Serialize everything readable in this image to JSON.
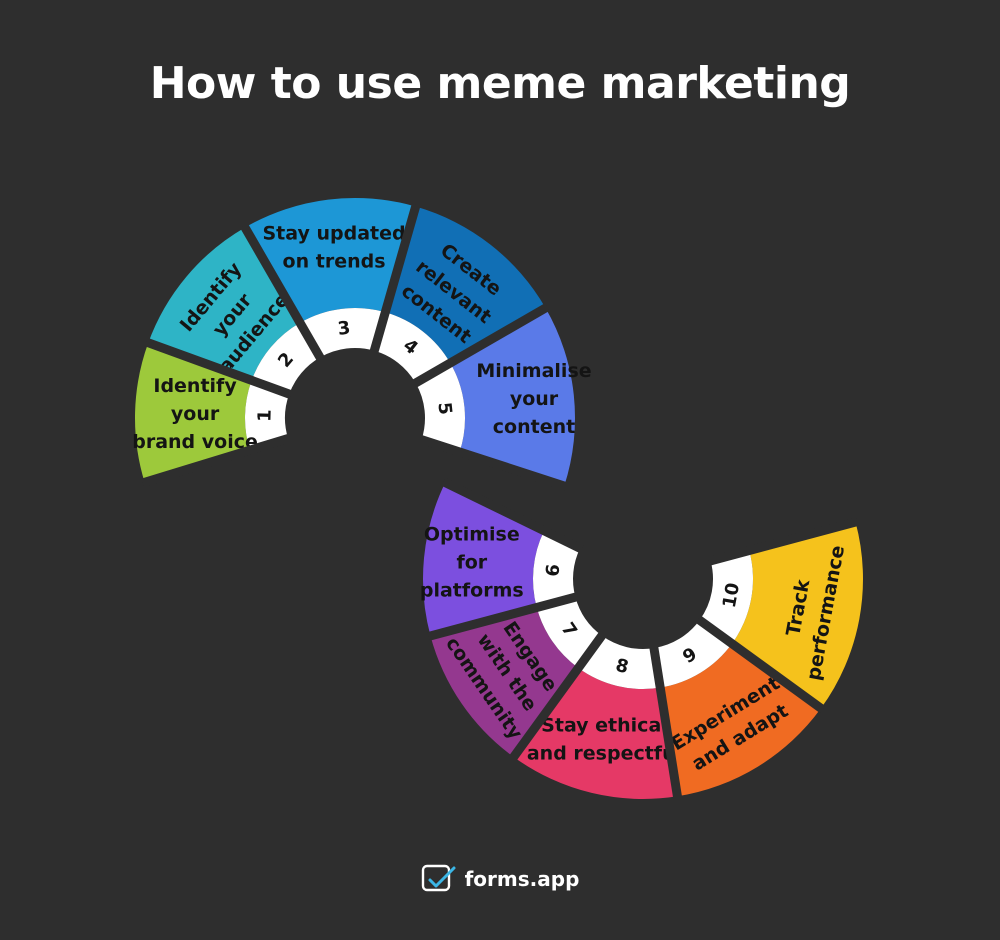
{
  "title": "How to use meme marketing",
  "brand": {
    "name": "forms.app",
    "icon": "forms-app-logo-icon"
  },
  "colors": {
    "background": "#2e2e2e",
    "number_band": "#ffffff",
    "gap": "#2e2e2e"
  },
  "steps": [
    {
      "number": "1",
      "lines": [
        "Identify",
        "your",
        "brand voice"
      ],
      "color": "#9dc93b"
    },
    {
      "number": "2",
      "lines": [
        "Identify",
        "your",
        "audience"
      ],
      "color": "#2eb4c6"
    },
    {
      "number": "3",
      "lines": [
        "Stay updated",
        "on trends"
      ],
      "color": "#1d97d6"
    },
    {
      "number": "4",
      "lines": [
        "Create",
        "relevant",
        "content"
      ],
      "color": "#116fb5"
    },
    {
      "number": "5",
      "lines": [
        "Minimalise",
        "your",
        "content"
      ],
      "color": "#5a7ae8"
    },
    {
      "number": "6",
      "lines": [
        "Optimise",
        "for",
        "platforms"
      ],
      "color": "#7c4fdf"
    },
    {
      "number": "7",
      "lines": [
        "Engage",
        "with the",
        "community"
      ],
      "color": "#94388f"
    },
    {
      "number": "8",
      "lines": [
        "Stay ethical",
        "and respectful"
      ],
      "color": "#e53966"
    },
    {
      "number": "9",
      "lines": [
        "Experiment",
        "and adapt"
      ],
      "color": "#f06b22"
    },
    {
      "number": "10",
      "lines": [
        "Track",
        "performance"
      ],
      "color": "#f5c21c"
    }
  ]
}
